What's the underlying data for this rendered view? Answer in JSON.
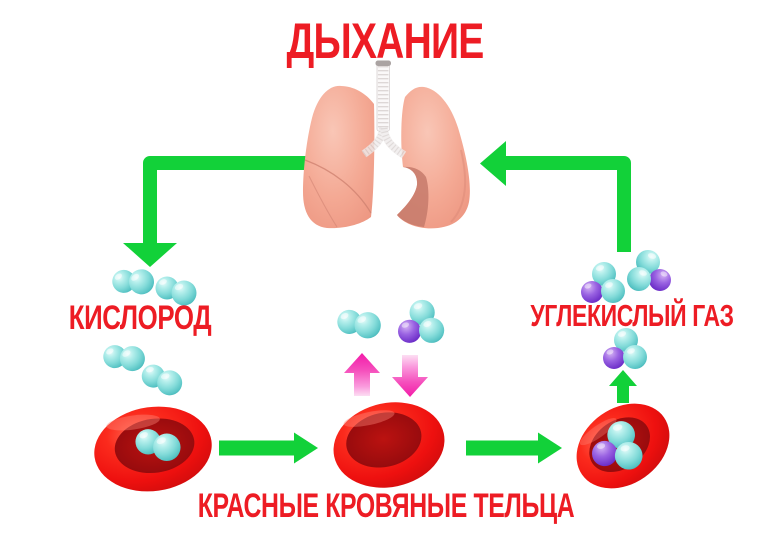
{
  "diagram": {
    "title": "ДЫХАНИЕ",
    "oxygen_label": "КИСЛОРОД",
    "co2_label": "УГЛЕКИСЛЫЙ ГАЗ",
    "rbc_label": "КРАСНЫЕ КРОВЯНЫЕ ТЕЛЬЦА",
    "colors": {
      "text_red": "#ed1c24",
      "arrow_green": "#12d139",
      "arrow_magenta": "#f32fae",
      "oxygen_teal": "#6fd2d2",
      "co2_purple": "#8148d8",
      "blood_cell_red": "#e81210",
      "lung_pink": "#f3a794"
    },
    "figures": {
      "lungs": "lungs-with-trachea-illustration",
      "oxygen_molecule": "two-teal-spheres",
      "co2_molecule": "two-teal-one-purple-spheres",
      "red_blood_cell": "red-biconcave-disc",
      "cycle_arrows": "green-elbow-and-straight-arrows",
      "exchange_arrows": "magenta-up-and-down-fading-arrows"
    }
  }
}
